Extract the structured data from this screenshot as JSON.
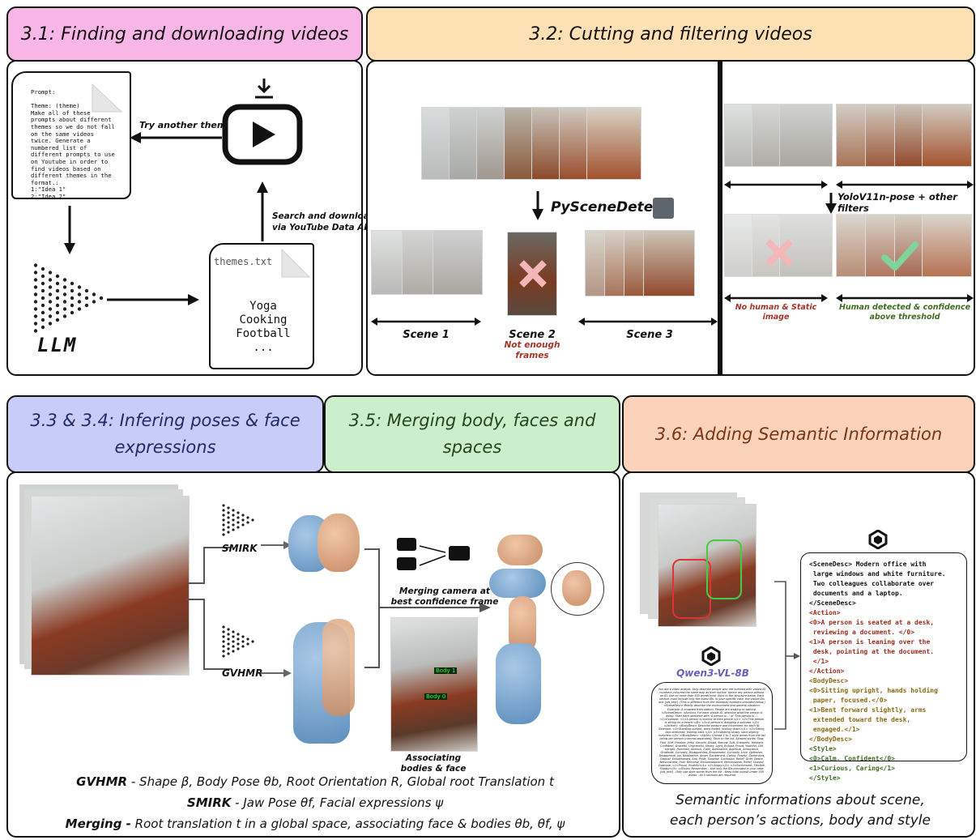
{
  "sections": {
    "s31": {
      "title": "3.1: Finding and downloading videos",
      "color": "#f7b6e6"
    },
    "s32": {
      "title": "3.2: Cutting and filtering videos",
      "color": "#fde1b5"
    },
    "s33": {
      "title": "3.3 & 3.4: Infering poses & face expressions",
      "color": "#c8ccf9"
    },
    "s35": {
      "title": "3.5: Merging body, faces and spaces",
      "color": "#cdeeca"
    },
    "s36": {
      "title": "3.6: Adding Semantic Information",
      "color": "#fbd3bb"
    }
  },
  "s31": {
    "prompt_doc": "Prompt:\n\nTheme: (theme)\nMake all of these\nprompts about different\nthemes so we do not fall\non the same videos\ntwice. Generate a\nnumbered list of\ndifferent prompts to use\non Youtube in order to\nfind videos based on\ndifferent themes in the\nformat.:\n1:\"Idea 1\"\n2:\"Idea 2\"",
    "try_another": "Try another theme",
    "search_download": "Search and download\nvia YouTube Data API",
    "llm_label": "LLM",
    "themes_file": "themes.txt",
    "themes_list": "Yoga\nCooking\nFootball\n..."
  },
  "s32": {
    "pyscenedetect": "PySceneDetect",
    "scene1": "Scene 1",
    "scene2": "Scene 2",
    "scene2_note": "Not enough\nframes",
    "scene3": "Scene 3",
    "yolo": "YoloV11n-pose + other filters",
    "no_human": "No human & Static\nimage",
    "human_detected": "Human detected & confidence\nabove threshold"
  },
  "s33": {
    "smirk": "SMIRK",
    "gvhmr": "GVHMR",
    "merging_camera": "Merging camera at\nbest confidence frame",
    "associating": "Associating\nbodies & face",
    "body1": "Body 1",
    "body0": "Body 0",
    "line1_bold": "GVHMR",
    "line1": " - Shape β, Body Pose θb, Root Orientation R, Global root Translation t",
    "line2_bold": "SMIRK",
    "line2": " -  Jaw Pose θf, Facial expressions ψ",
    "line3_bold": "Merging -",
    "line3": " Root translation t in a global space, associating face & bodies θb, θf, ψ"
  },
  "s36": {
    "qwen": "Qwen3-VL-8B",
    "small_prompt": "You are a video analyst. Only describe people who are outlined with visible ID numbers coloured the same way as their outline. Ignore any person without an ID. Use no more than 300 words total. Stick to the structure below. Each section must include only the listed IDs. In your specific case, the visible IDs are: [ids_text]. (This is different from the example/ numbers provided below.) <SceneDesc> Briefly describe the environment and general situation. Example: A crowded train station. People are walking or waiting. </SceneDesc> <Action> For each visible ID, describe what the person is doing. Start each sentence with 'A person is...' or 'This person is...'. <1>Example: <1>A person is looking at their phone.</1> <2>This person is sitting on a bench.</2> <3>A person is dragging a suitcase.</3> </Action> <BodyDesc> Describe posture and movement for each ID. Example: <1>Standing upright, arms folded, looking down.</1> <2>Sitting, legs stretched, leaning back.</2> <3>Walking slowly, back slightly hunched.</3> </BodyDesc> <Style> Choose 1 to 3 style words from the list below per person (comma-separated). Stick to the list. Allowed styles: Slow, Fast, Stiff, Flexible, Jerky, Smooth, Broad, Narrow, Soft, Energetic, Hesitant, Confident, Graceful, Ungraceful, Heavy, Light, Robust, Proud, Youthful, Old, Upright, Hunched, Anxious, Calm, Admiration, Approval, Annoyance, Gratitude, Curiosity, Disappointed, Amusement, Curiosity, Love, Optimism, Disapproval, Joy, Realization, Anger, Excitement, Caring, Fearful, Contention, Disgust, Embarrassed, Sad, Pride, Surprise, Confusion, Relief, Grief, Desire, Nervousness, Fear, Remorse, Embarrassment, Nervousness, Relief, Chased, Example: <1>Proud, Youthful</1> <2>Angry</2> <3>Excitement, Flexible, Sneaky</3> </Style> Remember: - Use only the IDs provided in your case: [ids_text] - Only use style words from the list - Keep total output under 300 words - All 5 sections are required",
    "scene_desc": "<SceneDesc> Modern office with\n large windows and white furniture.\n Two colleagues collaborate over\n documents and a laptop.\n</SceneDesc>",
    "action_open": "<Action>",
    "action0": "<0>A person is seated at a desk,\n reviewing a document. </0>",
    "action1": "<1>A person is leaning over the\n desk, pointing at the document.\n </1>",
    "action_close": "</Action>",
    "body_open": "<BodyDesc>",
    "body0": "<0>Sitting upright, hands holding\n paper, focused.</0>",
    "body1": "<1>Bent forward slightly, arms\n extended toward the desk,\n engaged.</1>",
    "body_close": "</BodyDesc>",
    "style_open": "<Style>",
    "style0": "<0>Calm, Confident</0>",
    "style1": "<1>Curious, Caring</1>",
    "style_close": "</Style>",
    "caption": "Semantic informations about scene,\neach person’s actions, body and style"
  }
}
